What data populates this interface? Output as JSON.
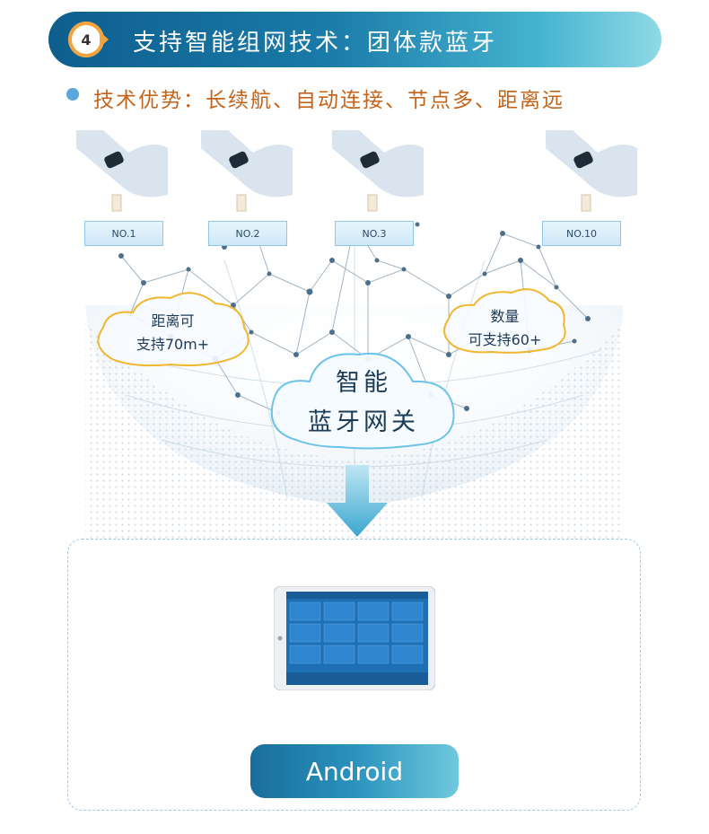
{
  "header": {
    "step_number": "4",
    "title": "支持智能组网技术：团体款蓝牙"
  },
  "advantages": {
    "text": "技术优势：长续航、自动连接、节点多、距离远"
  },
  "nodes": [
    {
      "label": "NO.1"
    },
    {
      "label": "NO.2"
    },
    {
      "label": "NO.3"
    },
    {
      "label": "NO.10"
    }
  ],
  "cloud_left": {
    "line1": "距离可",
    "line2": "支持70m+"
  },
  "cloud_right": {
    "line1": "数量",
    "line2": "可支持60+"
  },
  "cloud_center": {
    "line1": "智能",
    "line2": "蓝牙网关"
  },
  "platform": {
    "label": "Android"
  },
  "colors": {
    "banner_start": "#0e5e8d",
    "banner_end": "#8fd9e6",
    "badge_ring": "#f2a33a",
    "advantage_text": "#c4641b",
    "bullet": "#5aa7dc",
    "cloud_outline": "#f0b72f",
    "arrow": "#4fb3d6"
  },
  "icons": {
    "wristband": "wrist-with-band-icon",
    "beacon": "beacon-device-icon",
    "tablet": "tablet-dashboard-icon"
  }
}
